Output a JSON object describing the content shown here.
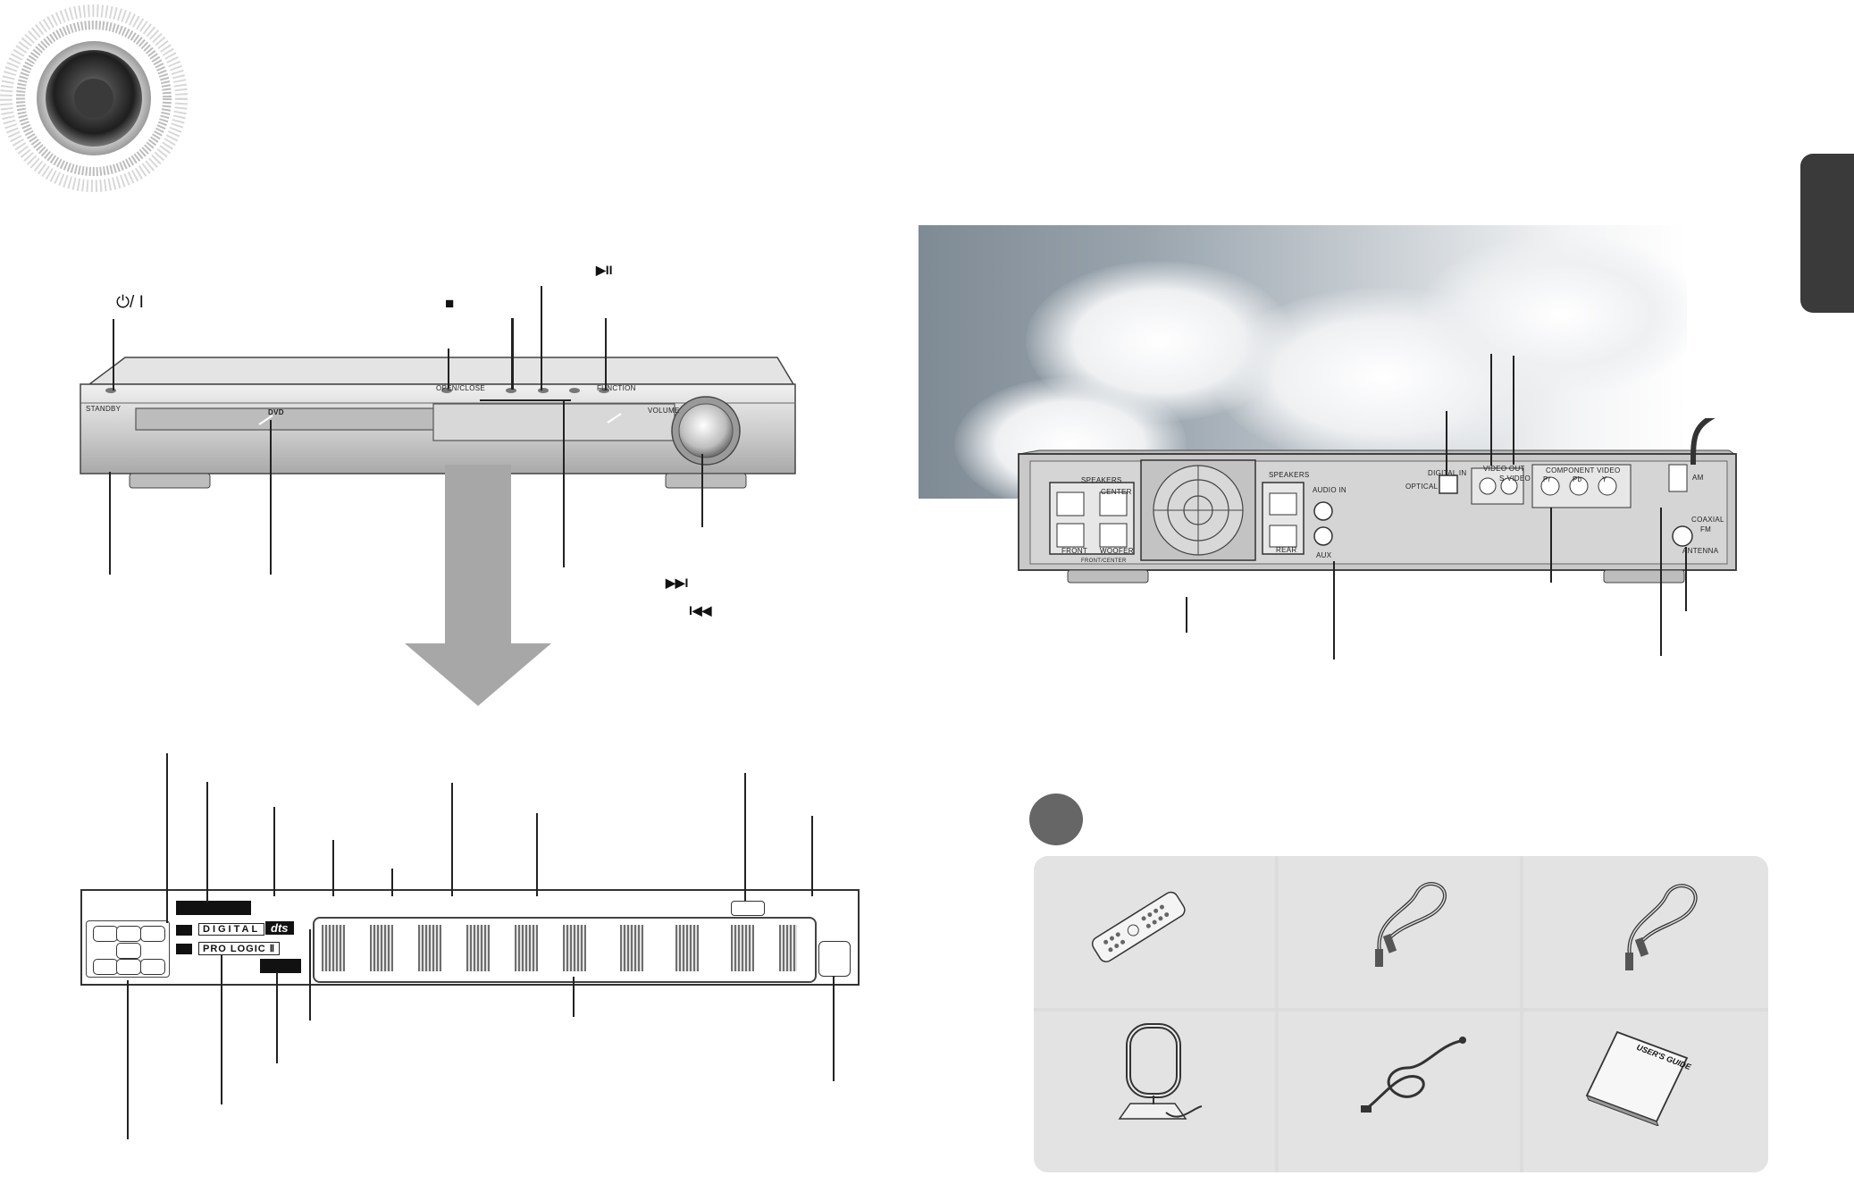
{
  "front_panel": {
    "power_symbol": "⏻/ I",
    "stop_symbol": "■",
    "play_pause_symbol": "▶II",
    "next_symbol": "▶▶I",
    "prev_symbol": "I◀◀",
    "markings": {
      "standby": "STANDBY",
      "open_close": "OPEN/CLOSE",
      "function": "FUNCTION",
      "volume": "VOLUME",
      "dvd": "DVD"
    }
  },
  "display_panel": {
    "digital": "DIGITAL",
    "pro_logic": "PRO LOGIC Ⅱ",
    "dts": "dts"
  },
  "rear_panel": {
    "speakers": "SPEAKERS",
    "center": "CENTER",
    "front": "FRONT",
    "woofer": "WOOFER",
    "front_impedance": "FRONT/CENTER",
    "rear": "REAR",
    "audio_in": "AUDIO IN",
    "aux": "AUX",
    "digital_in": "DIGITAL IN",
    "optical": "OPTICAL",
    "video_out": "VIDEO OUT",
    "s_video": "S-VIDEO",
    "component_video": "COMPONENT VIDEO",
    "pr": "Pr",
    "pb": "Pb",
    "y": "Y",
    "am": "AM",
    "coaxial": "COAXIAL",
    "fm": "FM",
    "antenna": "ANTENNA"
  },
  "accessories": {
    "manual_cover": "USER'S GUIDE"
  },
  "colors": {
    "tab": "#3a3a3a",
    "panel_bg": "#dcdcdc",
    "device_gray": "#c9c9c9"
  }
}
